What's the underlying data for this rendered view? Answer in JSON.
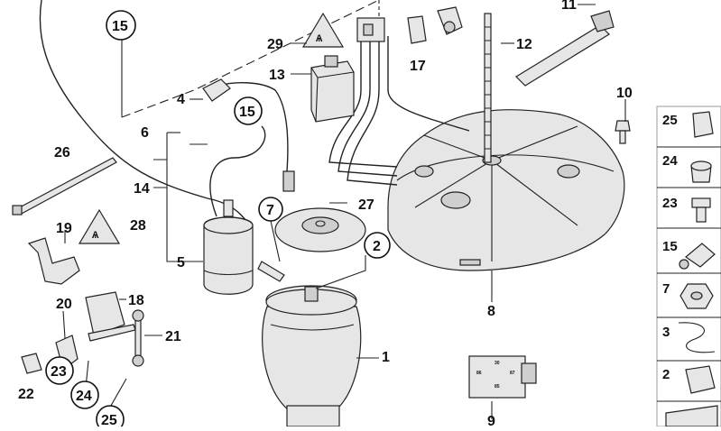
{
  "diagram": {
    "labels": {
      "l1": "1",
      "l2": "2",
      "l5": "5",
      "l6": "6",
      "l7": "7",
      "l8": "8",
      "l9": "9",
      "l10": "10",
      "l11": "11",
      "l12": "12",
      "l13": "13",
      "l14": "14",
      "l15a": "15",
      "l15b": "15",
      "l17": "17",
      "l18": "18",
      "l19": "19",
      "l20": "20",
      "l21": "21",
      "l22": "22",
      "l23": "23",
      "l24": "24",
      "l25": "25",
      "l26": "26",
      "l27": "27",
      "l28": "28",
      "l29": "29",
      "l4": "4"
    },
    "relay_pins": {
      "p30": "30",
      "p86": "86",
      "p87": "87",
      "p85": "85"
    },
    "side_panel": {
      "items": [
        "25",
        "24",
        "23",
        "15",
        "7",
        "3",
        "2"
      ]
    }
  }
}
